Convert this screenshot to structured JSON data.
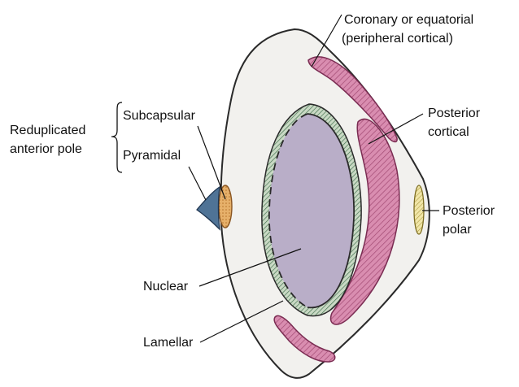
{
  "labels": {
    "coronary_line1": "Coronary or equatorial",
    "coronary_line2": "(peripheral cortical)",
    "posterior_cortical_line1": "Posterior",
    "posterior_cortical_line2": "cortical",
    "posterior_polar_line1": "Posterior",
    "posterior_polar_line2": "polar",
    "reduplicated_line1": "Reduplicated",
    "reduplicated_line2": "anterior pole",
    "subcapsular": "Subcapsular",
    "pyramidal": "Pyramidal",
    "nuclear": "Nuclear",
    "lamellar": "Lamellar"
  },
  "colors": {
    "lens_fill": "#f2f1ee",
    "lens_outline": "#2a2a2a",
    "nucleus": "#b9aec8",
    "cortical_pink": "#cf85a3",
    "lamellar_green": "#5b8a6a",
    "anterior_orange": "#e0a55a",
    "pyramidal_blue": "#4f7396",
    "posterior_polar_yellow": "#e6d48a"
  }
}
